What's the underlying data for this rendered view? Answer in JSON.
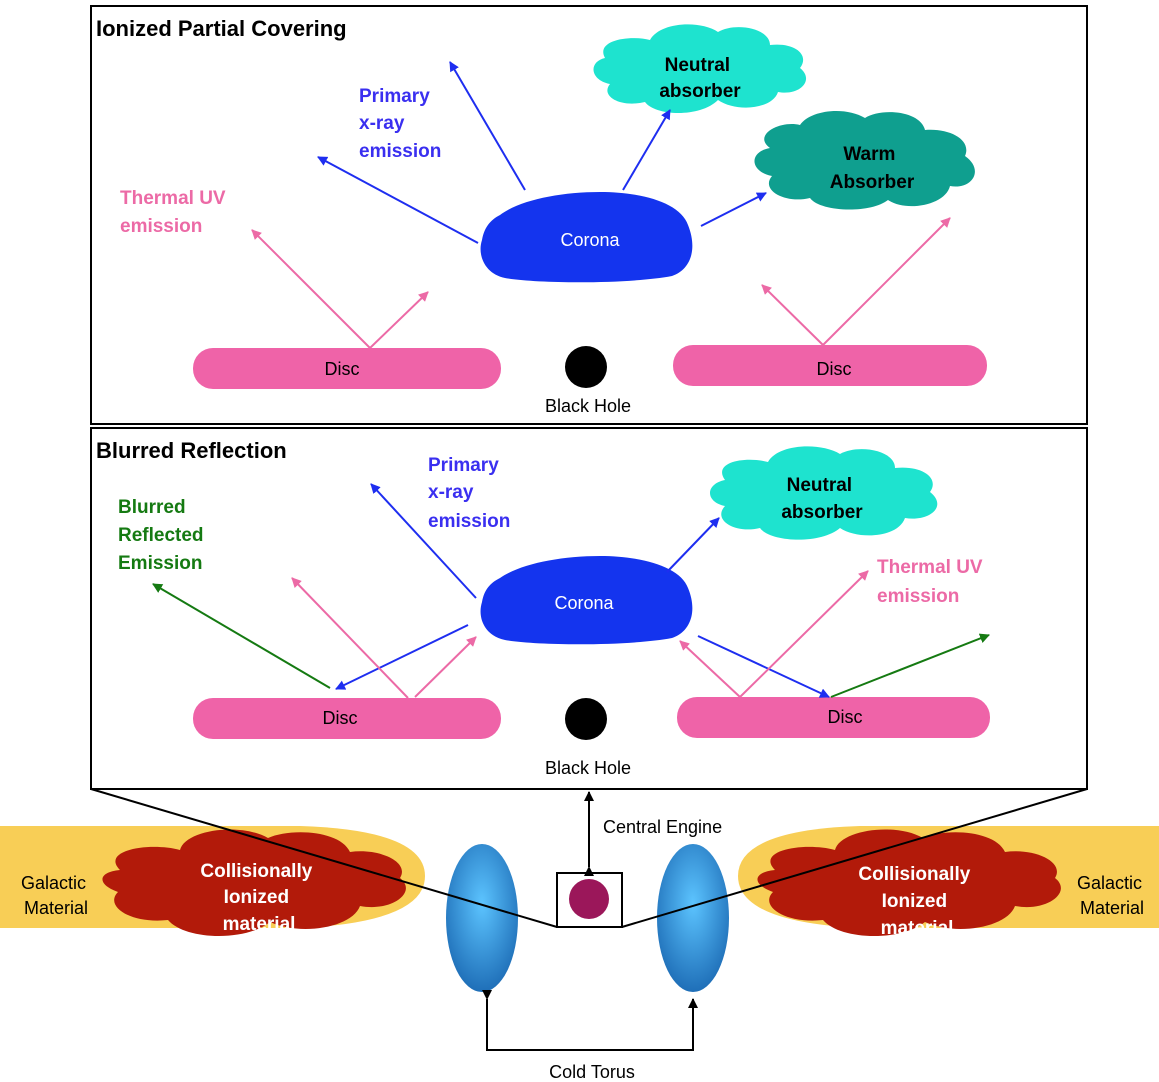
{
  "top_panel": {
    "title": "Ionized Partial Covering",
    "primary_label": [
      "Primary",
      "x-ray",
      "emission"
    ],
    "thermal_label": [
      "Thermal UV",
      "emission"
    ],
    "neutral_label": [
      "Neutral",
      "absorber"
    ],
    "warm_label": [
      "Warm",
      "Absorber"
    ],
    "corona": "Corona",
    "disc_left": "Disc",
    "disc_right": "Disc",
    "black_hole": "Black Hole"
  },
  "bottom_panel": {
    "title": "Blurred Reflection",
    "primary_label": [
      "Primary",
      "x-ray",
      "emission"
    ],
    "blurred_label": [
      "Blurred",
      "Reflected",
      "Emission"
    ],
    "thermal_label": [
      "Thermal UV",
      "emission"
    ],
    "neutral_label": [
      "Neutral",
      "absorber"
    ],
    "corona": "Corona",
    "disc_left": "Disc",
    "disc_right": "Disc",
    "black_hole": "Black Hole"
  },
  "agn": {
    "central_engine": "Central Engine",
    "cold_torus": "Cold Torus",
    "galactic_left": [
      "Galactic",
      "Material"
    ],
    "galactic_right": [
      "Galactic",
      "Material"
    ],
    "ionized_left": [
      "Collisionally",
      "Ionized",
      "material"
    ],
    "ionized_right": [
      "Collisionally",
      "Ionized",
      "material"
    ]
  },
  "colors": {
    "primary_blue": "#3a2ff0",
    "thermal_pink": "#ec6aa6",
    "blurred_green": "#157a12",
    "corona": "#1434ee",
    "disc": "#ef63a8",
    "neutral_cloud": "#1ee3cf",
    "warm_cloud": "#0f9f8f",
    "galactic": "#f8ce56",
    "ionized_cloud": "#b21a0a",
    "torus": "#2a8fe0",
    "nucleus": "#9b175a"
  }
}
